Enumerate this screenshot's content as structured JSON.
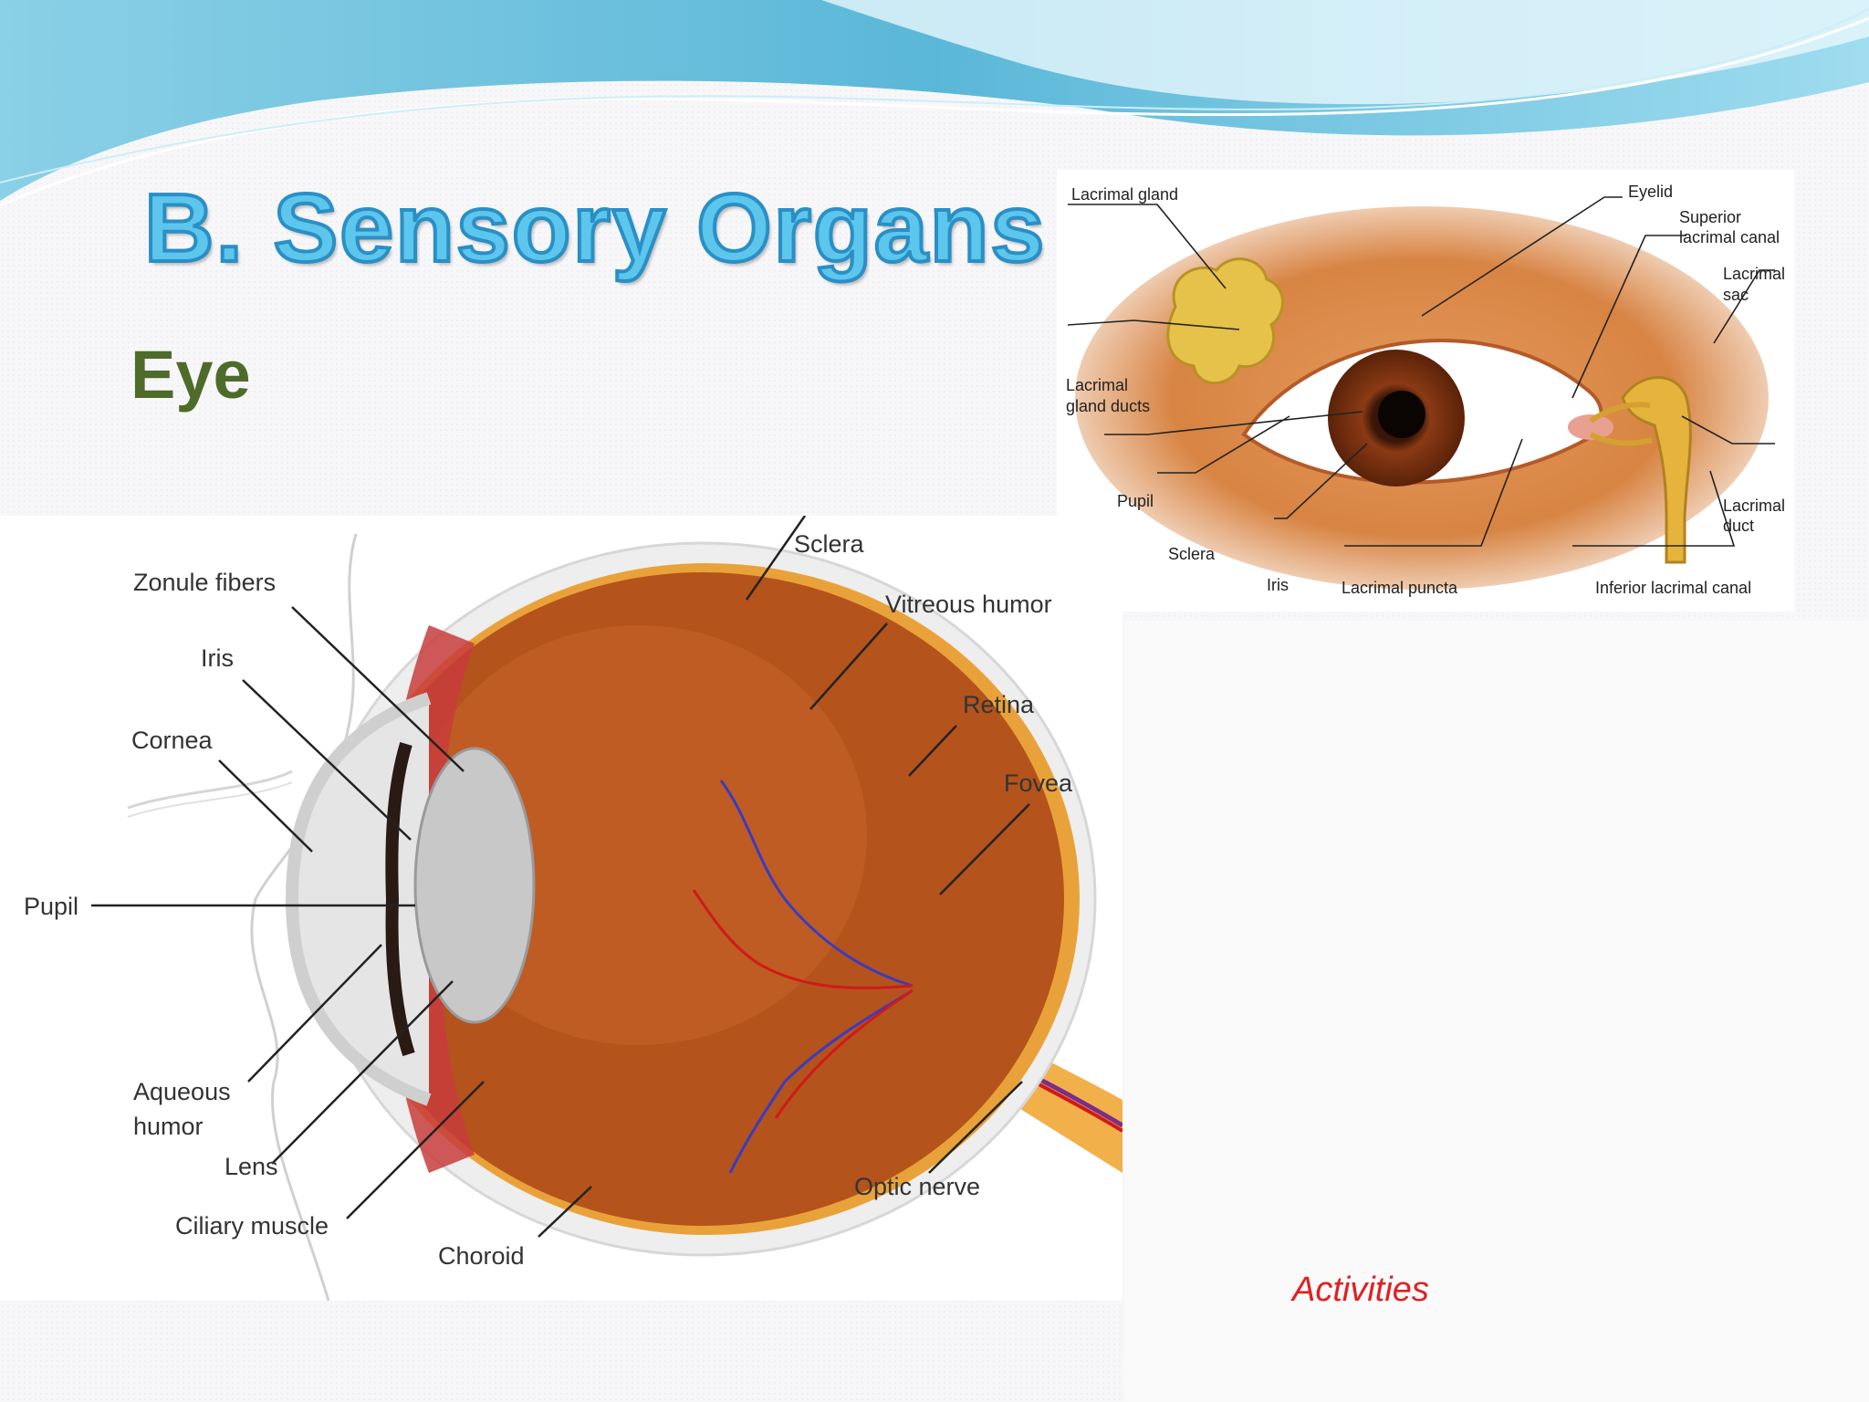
{
  "slide": {
    "title": "B. Sensory Organs",
    "subtitle": "Eye",
    "link_text": "Activities"
  },
  "cross_section": {
    "labels": {
      "sclera": "Sclera",
      "zonule_fibers": "Zonule fibers",
      "vitreous_humor": "Vitreous humor",
      "iris": "Iris",
      "retina": "Retina",
      "cornea": "Cornea",
      "fovea": "Fovea",
      "pupil": "Pupil",
      "aqueous_humor_1": "Aqueous",
      "aqueous_humor_2": "humor",
      "lens": "Lens",
      "optic_nerve": "Optic nerve",
      "ciliary_muscle": "Ciliary muscle",
      "choroid": "Choroid"
    }
  },
  "front_view": {
    "labels": {
      "lacrimal_gland": "Lacrimal gland",
      "eyelid": "Eyelid",
      "superior_canal_1": "Superior",
      "superior_canal_2": "lacrimal canal",
      "lacrimal_sac_1": "Lacrimal",
      "lacrimal_sac_2": "sac",
      "gland_ducts_1": "Lacrimal",
      "gland_ducts_2": "gland ducts",
      "pupil": "Pupil",
      "sclera": "Sclera",
      "iris": "Iris",
      "lacrimal_duct_1": "Lacrimal",
      "lacrimal_duct_2": "duct",
      "lacrimal_puncta": "Lacrimal puncta",
      "inferior_canal": "Inferior lacrimal canal"
    }
  },
  "colors": {
    "title_fill": "#5cc6ec",
    "title_stroke": "#2a8fc6",
    "subtitle": "#4e6b2a",
    "link": "#e02020",
    "wave_top": "#7cc5df",
    "eye_brown": "#b4531c"
  }
}
